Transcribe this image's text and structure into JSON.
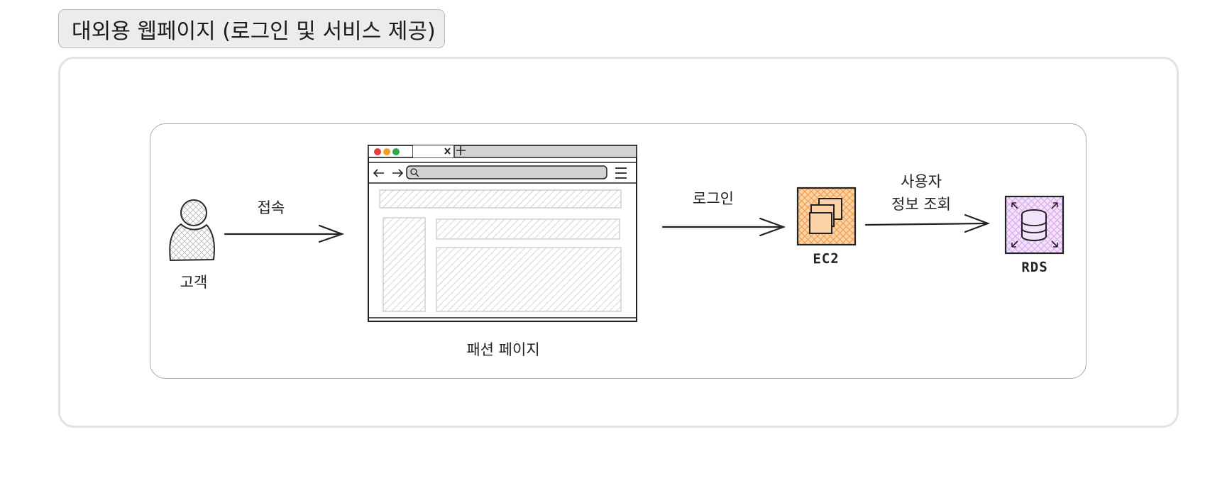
{
  "title": "대외용 웹페이지 (로그인 및 서비스 제공)",
  "nodes": {
    "customer": {
      "label": "고객",
      "icon": "user-icon"
    },
    "fashion_page": {
      "label": "패션 페이지",
      "icon": "browser-window-icon"
    },
    "ec2": {
      "label": "EC2",
      "icon": "aws-ec2-icon",
      "color": "#f6a055"
    },
    "rds": {
      "label": "RDS",
      "icon": "aws-rds-icon",
      "color": "#d7a6f0"
    }
  },
  "edges": {
    "connect": {
      "label": "접속"
    },
    "login": {
      "label": "로그인"
    },
    "query_line1": "사용자",
    "query_line2": "정보 조회"
  },
  "colors": {
    "browser_dot_red": "#e0403a",
    "browser_dot_orange": "#f0a12c",
    "browser_dot_green": "#2fa84f"
  }
}
